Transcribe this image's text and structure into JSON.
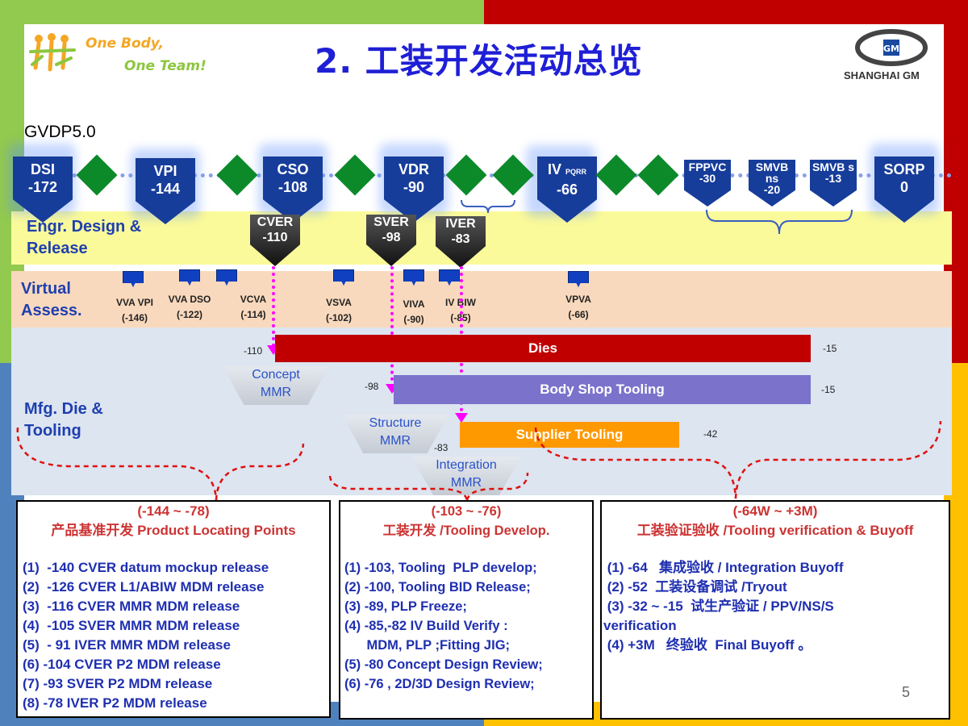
{
  "logo": {
    "line1": "One Body,",
    "line2": "One Team!"
  },
  "title": "2. 工装开发活动总览",
  "brand": "SHANGHAI GM",
  "process": "GVDP5.0",
  "milestones": [
    {
      "name": "DSI",
      "value": "-172"
    },
    {
      "name": "VPI",
      "value": "-144"
    },
    {
      "name": "CSO",
      "value": "-108"
    },
    {
      "name": "VDR",
      "value": "-90"
    },
    {
      "name": "IV",
      "sup": "PQRR",
      "value": "-66"
    },
    {
      "name": "FPPVC",
      "value": "-30"
    },
    {
      "name": "SMVB ns",
      "value": "-20"
    },
    {
      "name": "SMVB s",
      "value": "-13"
    },
    {
      "name": "SORP",
      "value": "0"
    }
  ],
  "bands": {
    "engr": "Engr. Design & Release",
    "virtual": "Virtual Assess.",
    "mfg": "Mfg. Die & Tooling"
  },
  "engr_milestones": [
    {
      "name": "CVER",
      "value": "-110"
    },
    {
      "name": "SVER",
      "value": "-98"
    },
    {
      "name": "IVER",
      "value": "-83"
    }
  ],
  "virtual_assess": [
    {
      "name": "VVA VPI",
      "value": "(-146)"
    },
    {
      "name": "VVA DSO",
      "value": "(-122)"
    },
    {
      "name": "VCVA",
      "value": "(-114)"
    },
    {
      "name": "VSVA",
      "value": "(-102)"
    },
    {
      "name": "VIVA",
      "value": "(-90)"
    },
    {
      "name": "IV BIW",
      "value": "(-85)"
    },
    {
      "name": "VPVA",
      "value": "(-66)"
    }
  ],
  "tooling_bars": [
    {
      "name": "Dies",
      "start": "-110",
      "end": "-15",
      "color": "#c00000"
    },
    {
      "name": "Body Shop Tooling",
      "start": "-98",
      "end": "-15",
      "color": "#7b72cc"
    },
    {
      "name": "Supplier Tooling",
      "start": "-83",
      "end": "-42",
      "color": "#ff9900"
    }
  ],
  "mmr": [
    {
      "line1": "Concept",
      "line2": "MMR"
    },
    {
      "line1": "Structure",
      "line2": "MMR"
    },
    {
      "line1": "Integration",
      "line2": "MMR"
    }
  ],
  "boxes": [
    {
      "range": "(-144  ~  -78)",
      "title": "产品基准开发 Product  Locating Points",
      "items": [
        "(1)  -140 CVER datum mockup release",
        "(2)  -126 CVER L1/ABIW MDM release",
        "(3)  -116 CVER MMR MDM release",
        "(4)  -105 SVER MMR MDM release",
        "(5)  - 91 IVER MMR MDM release",
        "(6) -104 CVER P2 MDM release",
        "(7) -93 SVER P2 MDM release",
        "(8) -78 IVER P2 MDM release"
      ]
    },
    {
      "range": "(-103 ~ -76)",
      "title": "工装开发 /Tooling Develop.",
      "items": [
        "(1) -103, Tooling  PLP develop;",
        "(2) -100, Tooling BID Release;",
        "(3) -89, PLP Freeze;",
        "(4) -85,-82 IV Build Verify :",
        "      MDM, PLP ;Fitting JIG;",
        "(5) -80 Concept Design Review;",
        "(6) -76 , 2D/3D Design Review;"
      ]
    },
    {
      "range": "(-64W ~ +3M)",
      "title": "工装验证验收 /Tooling  verification & Buyoff",
      "items": [
        " (1) -64   集成验收 / Integration Buyoff",
        " (2) -52  工装设备调试 /Tryout",
        " (3) -32 ~ -15  试生产验证 / PPV/NS/S",
        "verification",
        " (4) +3M   终验收  Final Buyoff 。"
      ]
    }
  ],
  "page_number": "5"
}
